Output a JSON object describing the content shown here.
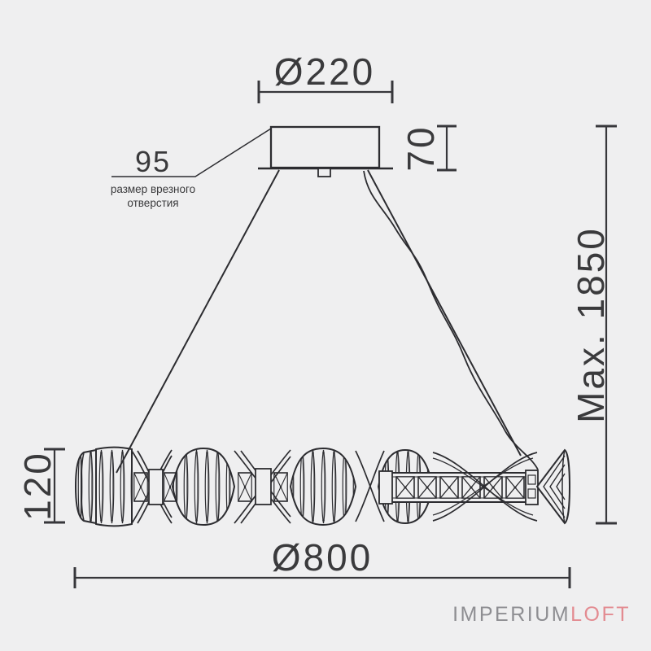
{
  "page": {
    "background_color": "#efeff0",
    "drawing_line_color": "#2c2c30",
    "dimension_text_color": "#3a3a3c"
  },
  "dimensions": {
    "canopy_diameter": "Ø220",
    "canopy_height": "70",
    "cutout_hole_size": "95",
    "cutout_caption_line1": "размер врезного",
    "cutout_caption_line2": "отверстия",
    "max_suspension_height": "Max. 1850",
    "body_height": "120",
    "body_diameter": "Ø800"
  },
  "logo": {
    "text_primary": "IMPERIUM",
    "text_accent": "LOFT",
    "primary_color": "#8e8e92",
    "accent_color": "#e38b91"
  }
}
